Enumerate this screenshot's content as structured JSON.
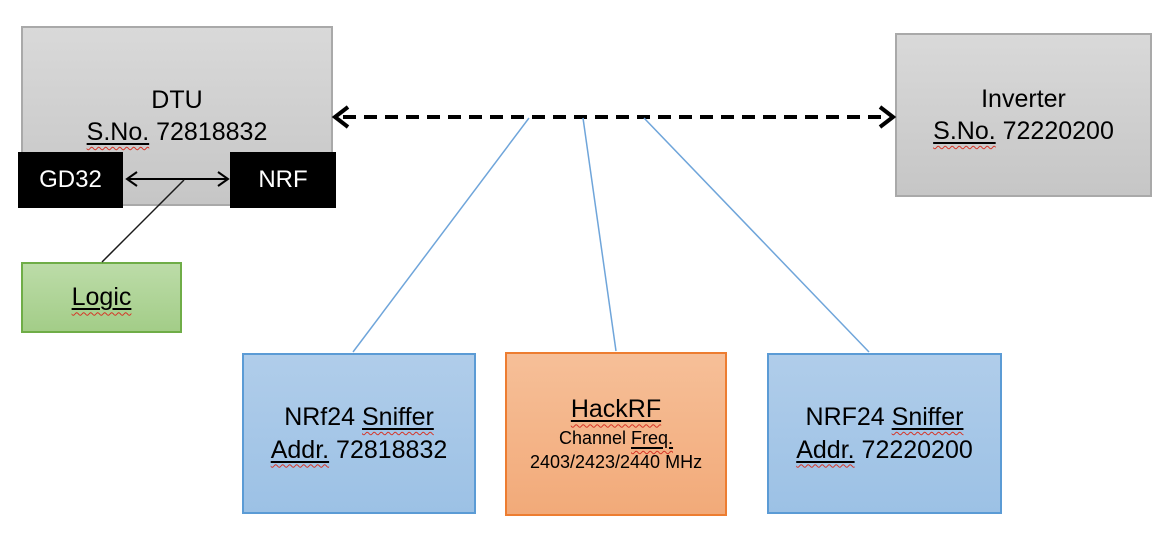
{
  "colors": {
    "background": "#ffffff",
    "gray_box_fill": "#cccccc",
    "gray_box_border": "#a9a9a9",
    "black_chip_fill": "#000000",
    "black_chip_text": "#ffffff",
    "green_box_fill": "#a9d18e",
    "green_box_border": "#70ad47",
    "blue_box_fill": "#9dc3e6",
    "blue_box_border": "#5b9bd5",
    "orange_box_fill": "#f4b183",
    "orange_box_border": "#ed7d31",
    "arrow_black": "#000000",
    "thin_line_black": "#1a1a1a",
    "connector_blue": "#6fa5da",
    "squiggle_red": "#d63426",
    "text": "#000000"
  },
  "dtu": {
    "title": "DTU",
    "sno_label": "S.No.",
    "serial": " 72818832"
  },
  "chips": {
    "gd32": "GD32",
    "nrf": "NRF"
  },
  "logic": {
    "label": "Logic"
  },
  "inverter": {
    "title": "Inverter",
    "sno_label": "S.No.",
    "serial": " 72220200"
  },
  "sniffer_left": {
    "name_prefix": "NRf24 ",
    "name_word": "Sniffer",
    "addr_label": "Addr.",
    "addr": " 72818832"
  },
  "hackrf": {
    "title": "HackRF",
    "freq_prefix": "Channel ",
    "freq_word": "Freq.",
    "freq_values": "2403/2423/2440 MHz"
  },
  "sniffer_right": {
    "name_prefix": "NRF24 ",
    "name_word": "Sniffer",
    "addr_label": "Addr.",
    "addr": " 72220200"
  }
}
